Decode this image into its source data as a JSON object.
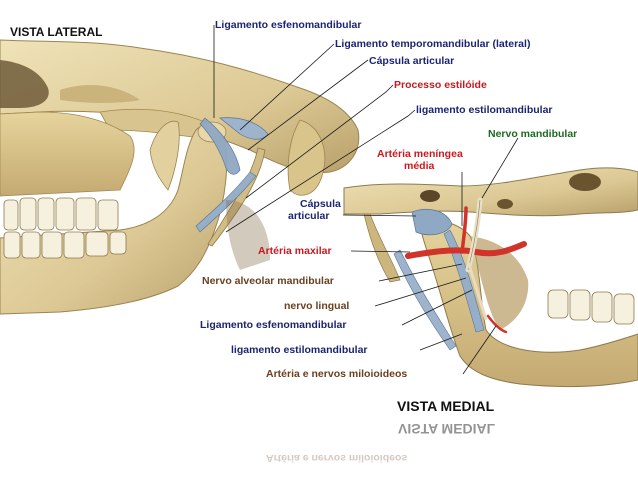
{
  "views": {
    "lateral": "VISTA LATERAL",
    "medial": "VISTA MEDIAL"
  },
  "labels": {
    "ligamento_esfenomandibular_top": "Ligamento esfenomandibular",
    "ligamento_temporomandibular": "Ligamento temporomandibular (lateral)",
    "capsula_articular_top": "Cápsula articular",
    "processo_estiloide": "Processo estilóide",
    "ligamento_estilomandibular_top": "ligamento estilomandibular",
    "nervo_mandibular": "Nervo mandibular",
    "arteria_meningea_media_1": "Artéria meníngea",
    "arteria_meningea_media_2": "média",
    "capsula_articular_medial_1": "Cápsula",
    "capsula_articular_medial_2": "articular",
    "arteria_maxilar": "Artéria maxilar",
    "nervo_alveolar_mandibular": "Nervo alveolar mandibular",
    "nervo_lingual": "nervo lingual",
    "ligamento_esfenomandibular_bottom": "Ligamento esfenomandibular",
    "ligamento_estilomandibular_bottom": "ligamento estilomandibular",
    "arteria_nervos_miloioideos": "Artéria e nervos miloioideos"
  },
  "colors": {
    "navy_label": "#1c2470",
    "red_label": "#c8191e",
    "green_label": "#1d6a22",
    "brown_label": "#6a4020",
    "bone": "#e4d6a6",
    "bone_shadow": "#b59a62",
    "ligament": "#8fa8c4",
    "artery": "#d0332a"
  }
}
